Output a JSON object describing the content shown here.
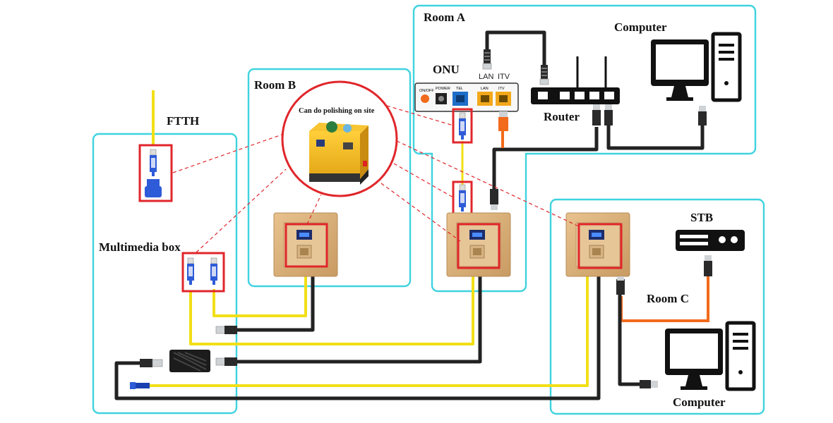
{
  "labels": {
    "ftth": "FTTH",
    "room_a": "Room A",
    "room_b": "Room B",
    "room_c": "Room C",
    "onu": "ONU",
    "router": "Router",
    "computer_a": "Computer",
    "computer_c": "Computer",
    "stb": "STB",
    "multimedia_box": "Multimedia box",
    "polishing": "Can do polishing on site"
  },
  "onu_panel": {
    "on_off": "ON/OFF",
    "power": "POWER",
    "tel": "TEL",
    "lan": "LAN",
    "itv": "ITV"
  },
  "onu_ports_above": {
    "lan": "LAN",
    "itv": "ITV"
  },
  "colors": {
    "room_border": "#3fd3df",
    "highlight": "#e0262b",
    "fiber": "#f2df17",
    "ethernet": "#222222",
    "orange_cable": "#f26a1b",
    "faceplate": "#d9b17c"
  },
  "icons": [
    "computer-icon",
    "router-icon",
    "stb-icon",
    "faceplate-icon",
    "polishing-machine-icon",
    "fiber-connector-icon",
    "ethernet-plug-icon",
    "splitter-icon"
  ]
}
